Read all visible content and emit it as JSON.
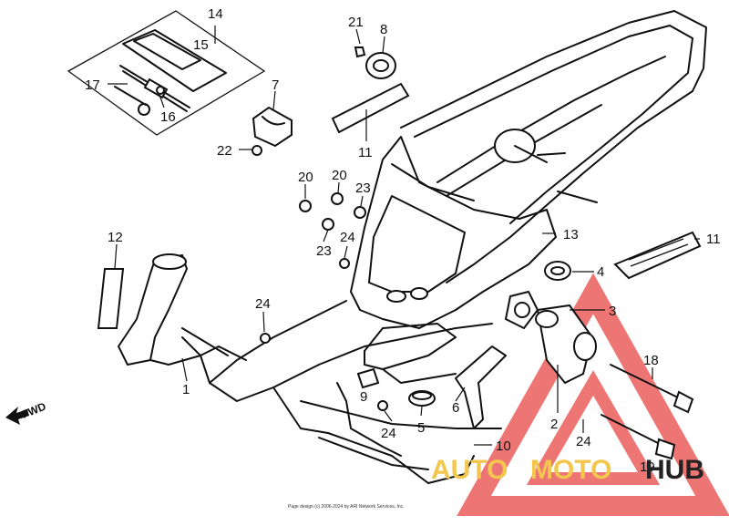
{
  "callouts": {
    "c1": "1",
    "c2": "2",
    "c3": "3",
    "c4": "4",
    "c5": "5",
    "c6": "6",
    "c7": "7",
    "c8": "8",
    "c9": "9",
    "c10": "10",
    "c11a": "11",
    "c11b": "11",
    "c12": "12",
    "c13": "13",
    "c14": "14",
    "c15": "15",
    "c16": "16",
    "c17": "17",
    "c18": "18",
    "c19": "19",
    "c20a": "20",
    "c20b": "20",
    "c21": "21",
    "c22": "22",
    "c23a": "23",
    "c23b": "23",
    "c24a": "24",
    "c24b": "24",
    "c24c": "24",
    "c24d": "24"
  },
  "fwd_label": "FWD",
  "copyright": "Page design (c) 2006-2024 by ARI Network Services, Inc.",
  "watermark": {
    "auto": "AUTO",
    "moto": "MOTO",
    "hub": "HUB",
    "color_auto": "#f3c74d",
    "color_moto": "#f3c74d",
    "color_hub": "#222222",
    "triangle_color": "#e8504e"
  }
}
